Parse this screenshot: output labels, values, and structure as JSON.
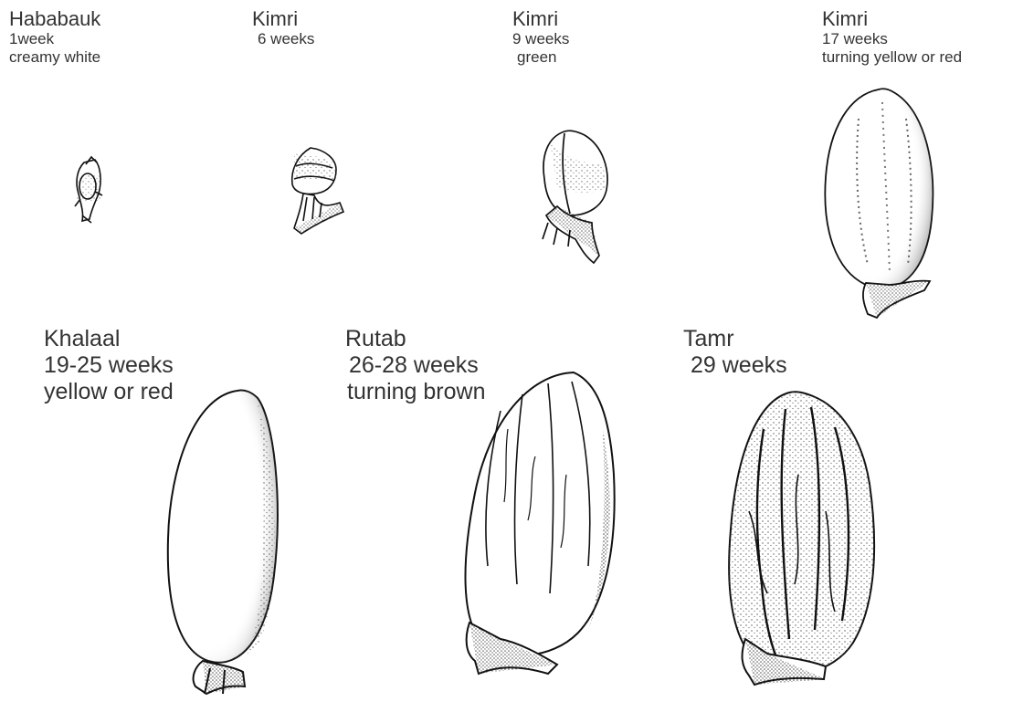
{
  "stages": [
    {
      "name": "Hababauk",
      "age": "1week",
      "color": "creamy white"
    },
    {
      "name": "Kimri",
      "age": "6 weeks",
      "color": ""
    },
    {
      "name": "Kimri",
      "age": "9 weeks",
      "color": "green"
    },
    {
      "name": "Kimri",
      "age": "17 weeks",
      "color": "turning yellow or red"
    },
    {
      "name": "Khalaal",
      "age": "19-25 weeks",
      "color": "yellow or red"
    },
    {
      "name": "Rutab",
      "age": "26-28 weeks",
      "color": "turning brown"
    },
    {
      "name": "Tamr",
      "age": "29 weeks",
      "color": ""
    }
  ]
}
